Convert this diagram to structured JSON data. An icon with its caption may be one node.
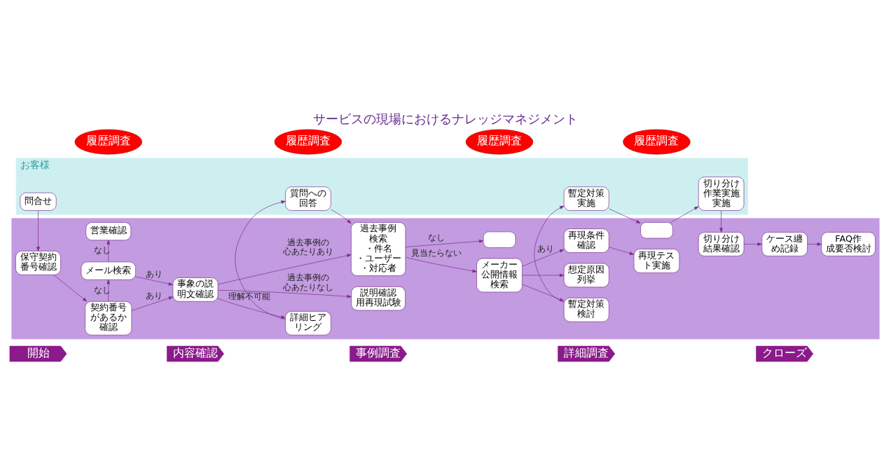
{
  "diagram": {
    "title": "サービスの現場におけるナレッジマネジメント",
    "nodes": [
      {
        "text": [
          "開始"
        ]
      },
      {
        "text": [
          "内容確認"
        ]
      },
      {
        "text": [
          "事例調査"
        ]
      },
      {
        "text": [
          "詳細調査"
        ]
      },
      {
        "text": [
          "クローズ"
        ]
      },
      {
        "text": [
          "お客様"
        ]
      },
      {
        "text": [],
        "shape": "band"
      },
      {
        "text": [
          "問合せ"
        ],
        "in": 5
      },
      {
        "text": [
          "質問への回答"
        ],
        "in": 5
      },
      {
        "text": [
          "暫定対策実施"
        ],
        "in": 5
      },
      {
        "text": [
          "切り分け作業実施実施"
        ],
        "in": 5
      },
      {
        "text": [
          "保守契約番号確認"
        ],
        "in": 6
      },
      {
        "text": [
          "契約番号があるか確認"
        ],
        "in": 6
      },
      {
        "text": [
          "事象の説明文確認"
        ],
        "in": 6
      },
      {
        "text": [
          "詳細ヒアリング"
        ],
        "in": 6
      },
      {
        "text": [
          "メール検索"
        ],
        "in": 6
      },
      {
        "text": [
          "営業確認"
        ],
        "in": 6
      },
      {
        "text": [
          "説明確認用再現試験"
        ],
        "in": 6
      },
      {
        "text": [
          "過去事例検索",
          "・件名",
          "・ユーザー",
          "・対応者"
        ],
        "in": 6
      },
      {
        "text": [
          "メーカー公開情報検索"
        ],
        "in": 6
      },
      {
        "text": [],
        "shape": "box",
        "in": 6
      },
      {
        "text": [
          "暫定対策検討"
        ],
        "in": 6
      },
      {
        "text": [
          "想定原因列挙"
        ],
        "in": 6
      },
      {
        "text": [
          "再現条件確認"
        ],
        "in": 6
      },
      {
        "text": [
          "再現テスト実施"
        ],
        "in": 6
      },
      {
        "text": [],
        "shape": "box",
        "in": 6
      },
      {
        "text": [
          "切り分け結果確認"
        ],
        "in": 6
      },
      {
        "text": [
          "ケース纏め記録"
        ],
        "in": 6
      },
      {
        "text": [
          "FAQ作成要否検討"
        ],
        "in": 6
      },
      {
        "text": [
          "履歴調査"
        ]
      },
      {
        "text": [
          "履歴調査"
        ]
      },
      {
        "text": [
          "履歴調査"
        ]
      },
      {
        "text": [
          "履歴調査"
        ]
      }
    ],
    "edges": [
      {
        "from": 7,
        "to": 11,
        "arrow": "to"
      },
      {
        "from": 11,
        "to": 12,
        "arrow": "to"
      },
      {
        "from": 12,
        "to": 13,
        "arrow": "to",
        "label": "あり"
      },
      {
        "from": 12,
        "to": 15,
        "arrow": "to",
        "label": "なし"
      },
      {
        "from": 15,
        "to": 13,
        "arrow": "to",
        "label": "あり"
      },
      {
        "from": 15,
        "to": 16,
        "arrow": "to",
        "label": "なし"
      },
      {
        "from": 13,
        "to": 14,
        "arrow": "to",
        "label": "理解不可能"
      },
      {
        "from": 14,
        "to": 8,
        "arrow": "to"
      },
      {
        "from": 8,
        "to": 18,
        "arrow": "to"
      },
      {
        "from": 13,
        "to": 17,
        "arrow": "to",
        "label": "過去事例の心あたりなし"
      },
      {
        "from": 13,
        "to": 18,
        "arrow": "to",
        "label": "過去事例の心あたりあり"
      },
      {
        "from": 18,
        "to": 19,
        "arrow": "to",
        "label": "見当たらない"
      },
      {
        "from": 18,
        "to": 20,
        "arrow": "to",
        "label": "なし"
      },
      {
        "from": 19,
        "to": 21,
        "arrow": "to"
      },
      {
        "from": 19,
        "to": 22,
        "arrow": "to"
      },
      {
        "from": 19,
        "to": 23,
        "arrow": "to",
        "label": "あり"
      },
      {
        "from": 21,
        "to": 9,
        "arrow": "to"
      },
      {
        "from": 9,
        "to": 25,
        "arrow": "to"
      },
      {
        "from": 23,
        "to": 24,
        "arrow": "to"
      },
      {
        "from": 25,
        "to": 10,
        "arrow": "to"
      },
      {
        "from": 10,
        "to": 26,
        "arrow": "to"
      },
      {
        "from": 26,
        "to": 27,
        "arrow": "to"
      },
      {
        "from": 27,
        "to": 28,
        "arrow": "to"
      }
    ]
  }
}
